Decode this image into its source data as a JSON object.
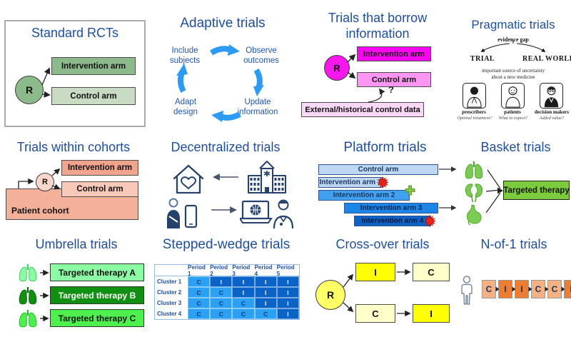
{
  "colors": {
    "title_blue": "#1F4E9B",
    "cycle_arrow_blue": "#2D9BF3",
    "rct_green": "#8CBA8A",
    "rct_green_light": "#C9DCC3",
    "magenta": "#F716EC",
    "magenta_light": "#FC96F2",
    "magenta_pale": "#FBD7F8",
    "salmon": "#F1A38C",
    "salmon_mid": "#F5B09A",
    "salmon_light": "#F8C9B8",
    "platform_light_blue": "#BDD7F3",
    "platform_mid_blue": "#41A0F0",
    "platform_strong_blue": "#1C86E8",
    "platform_dark_blue": "#0F62C4",
    "basket_green": "#7CCB3F",
    "umbrella_green_a": "#8BFCA3",
    "umbrella_green_b": "#108F10",
    "umbrella_green_c": "#4DF04D",
    "wedge_c_blue": "#2CA0F2",
    "wedge_i_blue": "#0B63C8",
    "yellow_bright": "#FFFF00",
    "yellow_pale": "#FFFFC9",
    "orange_control": "#F5B183",
    "orange_intervention": "#ED7D31"
  },
  "panels": {
    "standard_rcts": {
      "title": "Standard RCTs",
      "r": "R",
      "intervention": "Intervention arm",
      "control": "Control arm"
    },
    "adaptive": {
      "title": "Adaptive trials",
      "steps": [
        "Include subjects",
        "Observe outcomes",
        "Update information",
        "Adapt design"
      ]
    },
    "borrow": {
      "title_line1": "Trials that borrow",
      "title_line2": "information",
      "r": "R",
      "intervention": "Intervention arm",
      "control": "Control arm",
      "external": "External/historical control data",
      "question_mark": "?"
    },
    "pragmatic": {
      "title": "Pragmatic trials",
      "evidence_gap": "evidence gap",
      "trial": "TRIAL",
      "real_world": "REAL WORLD",
      "uncertainty_line1": "important source of uncertainty",
      "uncertainty_line2": "about a new medicine",
      "people": [
        {
          "label": "prescribers",
          "question": "Optimal treatment?"
        },
        {
          "label": "patients",
          "question": "What to expect?"
        },
        {
          "label": "decision makers",
          "question": "Added value?"
        }
      ]
    },
    "cohorts": {
      "title": "Trials within cohorts",
      "r": "R",
      "intervention": "Intervention arm",
      "control": "Control arm",
      "cohort": "Patient cohort"
    },
    "decentralized": {
      "title": "Decentralized trials"
    },
    "platform": {
      "title": "Platform trials",
      "bars": [
        {
          "label": "Control arm",
          "end": "arrow"
        },
        {
          "label": "Intervention arm 1",
          "end": "stopped-red-burst"
        },
        {
          "label": "Intervention arm 2",
          "end": "graduated-green-cross"
        },
        {
          "label": "Intervention arm 3",
          "end": "arrow"
        },
        {
          "label": "Intervention arm 4",
          "end": "stopped-red-burst"
        }
      ]
    },
    "basket": {
      "title": "Basket trials",
      "therapy": "Targeted therapy"
    },
    "umbrella": {
      "title": "Umbrella trials",
      "therapies": [
        "Targeted therapy A",
        "Targeted therapy B",
        "Targeted therapy C"
      ]
    },
    "stepped_wedge": {
      "title": "Stepped-wedge trials",
      "table": {
        "col_headers": [
          "Period 1",
          "Period 2",
          "Period 3",
          "Period 4",
          "Period 5"
        ],
        "rows": [
          {
            "label": "Cluster 1",
            "values": [
              "C",
              "I",
              "I",
              "I",
              "I"
            ]
          },
          {
            "label": "Cluster 2",
            "values": [
              "C",
              "C",
              "I",
              "I",
              "I"
            ]
          },
          {
            "label": "Cluster 3",
            "values": [
              "C",
              "C",
              "C",
              "I",
              "I"
            ]
          },
          {
            "label": "Cluster 4",
            "values": [
              "C",
              "C",
              "C",
              "C",
              "I"
            ]
          }
        ]
      }
    },
    "crossover": {
      "title": "Cross-over trials",
      "r": "R",
      "top_sequence": [
        "I",
        "C"
      ],
      "bottom_sequence": [
        "C",
        "I"
      ]
    },
    "n_of_1": {
      "title": "N-of-1 trials",
      "sequence": [
        "C",
        "I",
        "I",
        "C",
        "C",
        "I"
      ]
    }
  }
}
